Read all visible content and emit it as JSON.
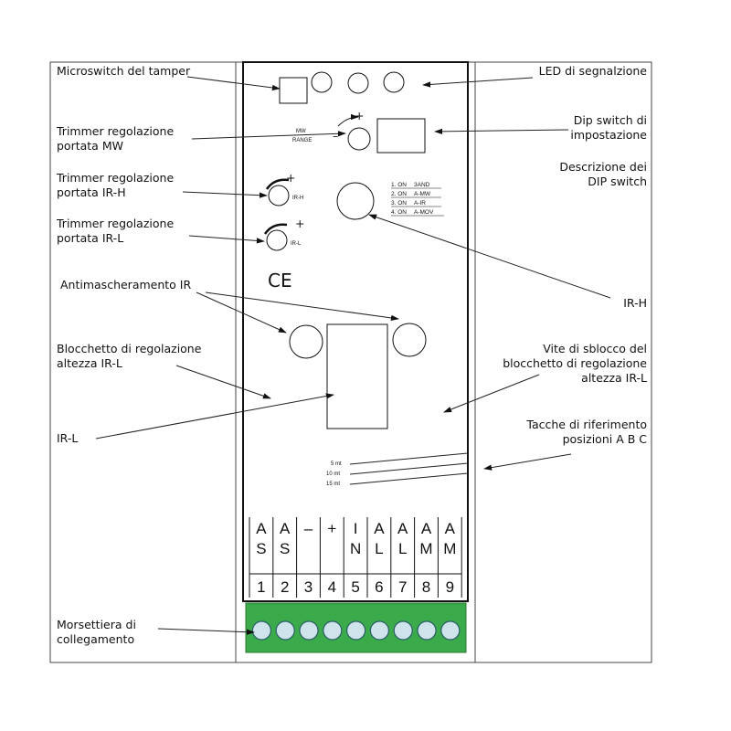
{
  "labels": {
    "microswitch": "Microswitch del tamper",
    "led": "LED di segnalzione",
    "trimmer_mw_1": "Trimmer regolazione",
    "trimmer_mw_2": "portata MW",
    "dip_1": "Dip switch di",
    "dip_2": "impostazione",
    "dip_desc_1": "Descrizione dei",
    "dip_desc_2": "DIP switch",
    "trimmer_irh_1": "Trimmer regolazione",
    "trimmer_irh_2": "portata IR-H",
    "trimmer_irl_1": "Trimmer regolazione",
    "trimmer_irl_2": "portata IR-L",
    "antimask": "Antimascheramento IR",
    "irh": "IR-H",
    "block_1": "Blocchetto di regolazione",
    "block_2": "altezza IR-L",
    "screw_1": "Vite di sblocco del",
    "screw_2": "blocchetto di regolazione",
    "screw_3": "altezza IR-L",
    "irl": "IR-L",
    "notches_1": "Tacche di riferimento",
    "notches_2": "posizioni A B C",
    "terminal_1": "Morsettiera di",
    "terminal_2": "collegamento"
  },
  "board": {
    "mw": "MW",
    "range": "RANGE",
    "minus": "–",
    "plus": "+",
    "irh_small": "IR-H",
    "irl_small": "IR-L",
    "ce": "CE",
    "dip_list": [
      {
        "num": "1. ON",
        "func": "3AND"
      },
      {
        "num": "2. ON",
        "func": "A-MW"
      },
      {
        "num": "3. ON",
        "func": "A-IR"
      },
      {
        "num": "4. ON",
        "func": "A-MOV"
      }
    ],
    "distances": [
      "5 mt",
      "10 mt",
      "15 mt"
    ]
  },
  "terminals": [
    {
      "top": "A",
      "bottom": "S",
      "num": "1"
    },
    {
      "top": "A",
      "bottom": "S",
      "num": "2"
    },
    {
      "top": "–",
      "bottom": "",
      "num": "3"
    },
    {
      "top": "+",
      "bottom": "",
      "num": "4"
    },
    {
      "top": "I",
      "bottom": "N",
      "num": "5"
    },
    {
      "top": "A",
      "bottom": "L",
      "num": "6"
    },
    {
      "top": "A",
      "bottom": "L",
      "num": "7"
    },
    {
      "top": "A",
      "bottom": "M",
      "num": "8"
    },
    {
      "top": "A",
      "bottom": "M",
      "num": "9"
    }
  ],
  "colors": {
    "terminal_block": "#3aaa4a",
    "terminal_screw": "#cfe4ea"
  }
}
